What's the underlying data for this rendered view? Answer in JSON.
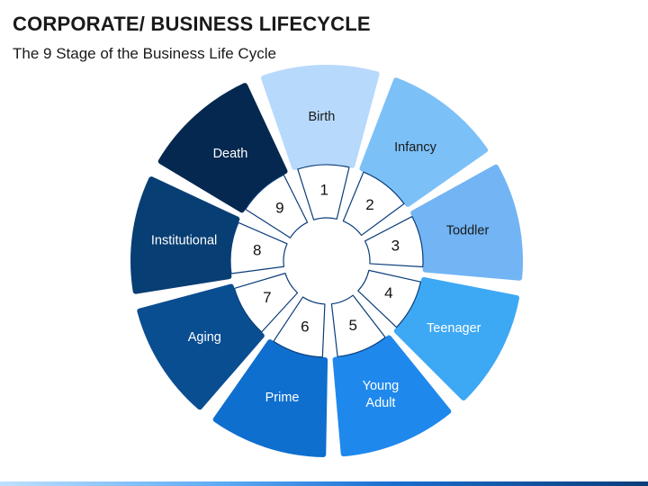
{
  "header": {
    "title": "CORPORATE/ BUSINESS LIFECYCLE",
    "subtitle": "The 9 Stage of the Business Life Cycle"
  },
  "stages": [
    {
      "number": "1",
      "label_lines": [
        "Birth"
      ],
      "color": "#b7d9fb",
      "text_color": "#1a1a1a"
    },
    {
      "number": "2",
      "label_lines": [
        "Infancy"
      ],
      "color": "#7cc0f8",
      "text_color": "#1a1a1a"
    },
    {
      "number": "3",
      "label_lines": [
        "Toddler"
      ],
      "color": "#72b4f4",
      "text_color": "#1a1a1a"
    },
    {
      "number": "4",
      "label_lines": [
        "Teenager"
      ],
      "color": "#3da8f4",
      "text_color": "#ffffff"
    },
    {
      "number": "5",
      "label_lines": [
        "Young",
        "Adult"
      ],
      "color": "#1f88ec",
      "text_color": "#ffffff"
    },
    {
      "number": "6",
      "label_lines": [
        "Prime"
      ],
      "color": "#0e6fcf",
      "text_color": "#ffffff"
    },
    {
      "number": "7",
      "label_lines": [
        "Aging"
      ],
      "color": "#0a4e92",
      "text_color": "#ffffff"
    },
    {
      "number": "8",
      "label_lines": [
        "Institutional"
      ],
      "color": "#073e73",
      "text_color": "#ffffff"
    },
    {
      "number": "9",
      "label_lines": [
        "Death"
      ],
      "color": "#04284f",
      "text_color": "#ffffff"
    }
  ],
  "colors": {
    "inner_segment_fill": "#ffffff",
    "inner_segment_stroke": "#0b3d7a",
    "number_text": "#111111"
  }
}
